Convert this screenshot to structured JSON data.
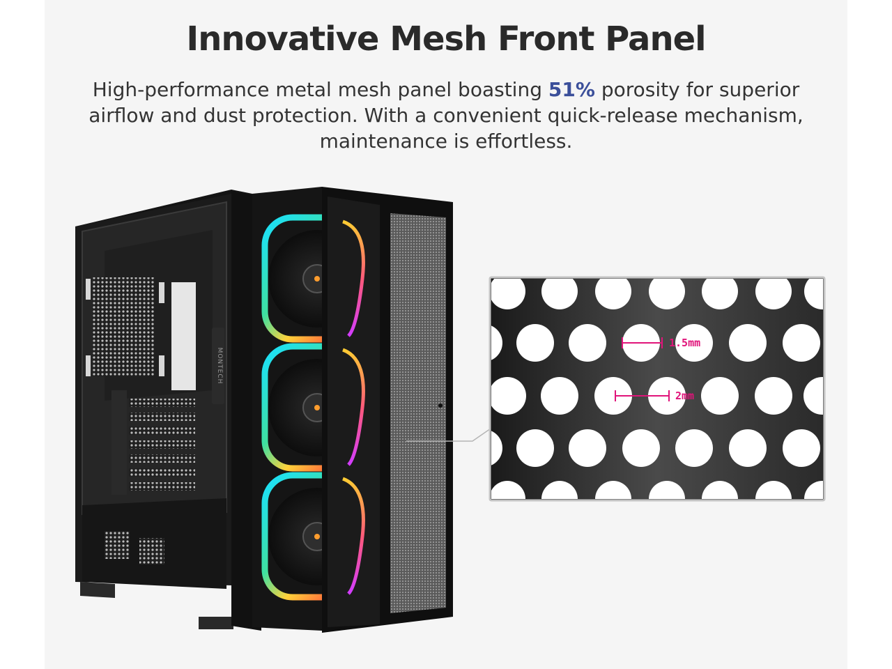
{
  "header": {
    "title": "Innovative Mesh Front Panel",
    "description_part1": "High-performance metal mesh panel boasting ",
    "description_highlight": "51%",
    "description_part2": " porosity for superior airflow and dust protection. With a convenient quick-release mechanism, maintenance is effortless."
  },
  "case": {
    "brand_text": "MONTECH"
  },
  "mesh_zoom": {
    "hole_diameter_label": "1.5mm",
    "pitch_label": "2mm"
  },
  "colors": {
    "background": "#f5f5f5",
    "title": "#2a2a2a",
    "highlight": "#3b4f9a",
    "dimension_accent": "#e0147a",
    "case_body": "#1b1b1b"
  },
  "icons": [
    "rgb-fan-icon",
    "mesh-hole-icon"
  ]
}
